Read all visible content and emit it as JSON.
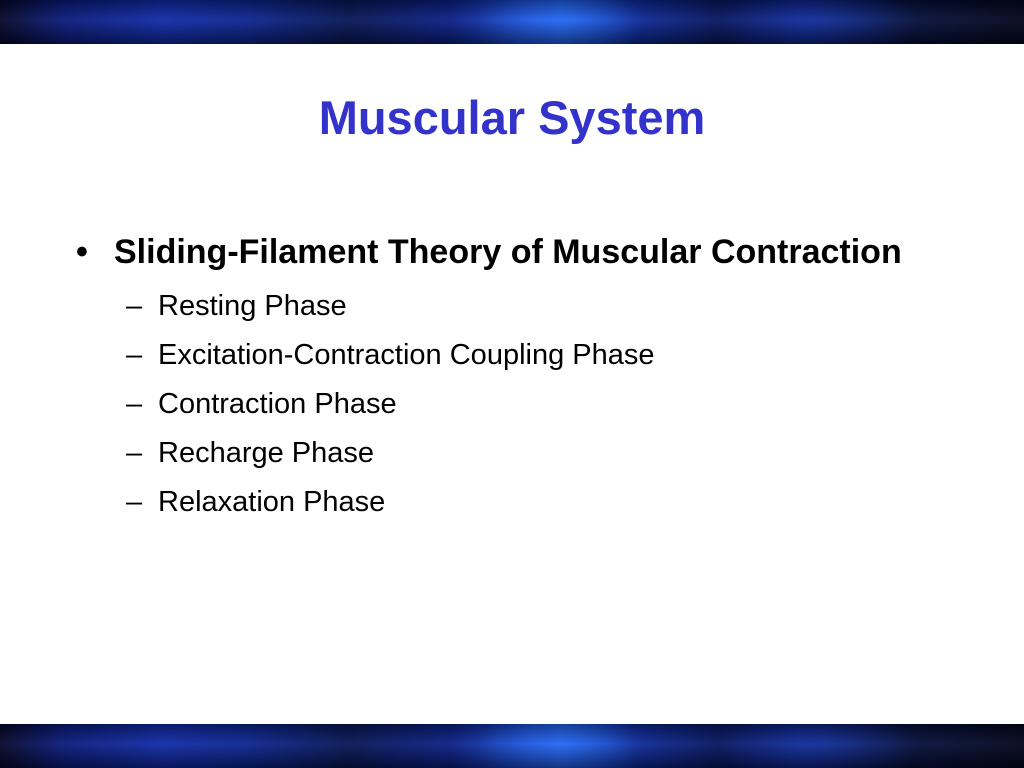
{
  "slide": {
    "title": "Muscular System",
    "bullet": {
      "marker": "•",
      "text": "Sliding-Filament Theory of Muscular Contraction"
    },
    "sub_marker": "–",
    "sub_items": [
      "Resting Phase",
      "Excitation-Contraction Coupling Phase",
      "Contraction Phase",
      "Recharge Phase",
      "Relaxation Phase"
    ],
    "colors": {
      "title": "#3333cc",
      "band_dark": "#04082a",
      "band_blue": "#1d5fe8"
    }
  }
}
